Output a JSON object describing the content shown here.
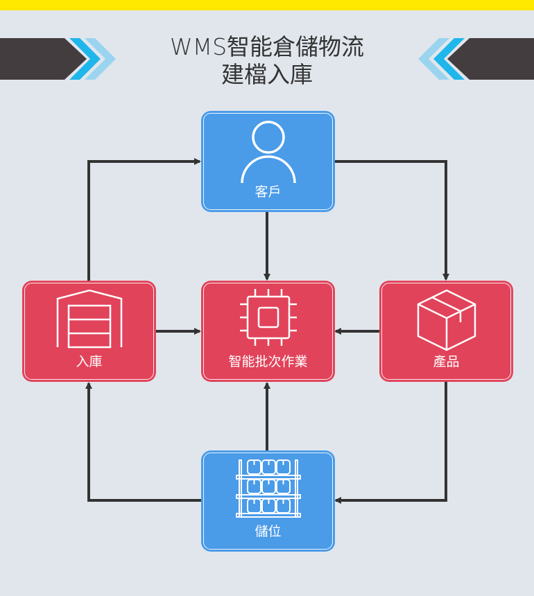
{
  "header": {
    "title_line1": "WMS智能倉儲物流",
    "title_line2": "建檔入庫"
  },
  "colors": {
    "accent_bar": "#FFE900",
    "background": "#E1E6ED",
    "banner_dark": "#433D3F",
    "chevron_blue": "#1EB6EB",
    "chevron_light": "#9AD4EE",
    "node_blue": "#4A9BE8",
    "node_red": "#E1435A",
    "connector": "#333333"
  },
  "nodes": {
    "customer": {
      "label": "客戶",
      "icon": "person-icon"
    },
    "inbound": {
      "label": "入庫",
      "icon": "warehouse-icon"
    },
    "batch": {
      "label": "智能批次作業",
      "icon": "chip-icon"
    },
    "product": {
      "label": "產品",
      "icon": "box-icon"
    },
    "storage": {
      "label": "儲位",
      "icon": "shelves-icon"
    }
  },
  "edges": [
    {
      "from": "inbound",
      "to": "customer"
    },
    {
      "from": "customer",
      "to": "product"
    },
    {
      "from": "customer",
      "to": "batch"
    },
    {
      "from": "inbound",
      "to": "batch"
    },
    {
      "from": "product",
      "to": "batch"
    },
    {
      "from": "storage",
      "to": "batch"
    },
    {
      "from": "storage",
      "to": "inbound"
    },
    {
      "from": "product",
      "to": "storage"
    }
  ]
}
